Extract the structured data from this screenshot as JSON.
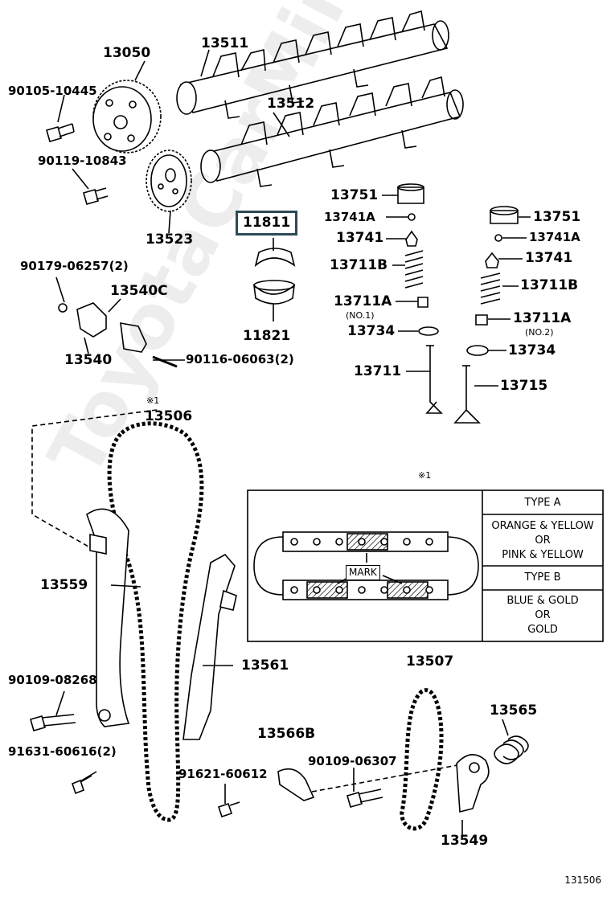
{
  "labels": {
    "p13050": "13050",
    "p13511": "13511",
    "p13512": "13512",
    "p90105": "90105-10445",
    "p90119": "90119-10843",
    "p13523": "13523",
    "p11811": "11811",
    "p11821": "11821",
    "p90179": "90179-06257(2)",
    "p13540C": "13540C",
    "p13540": "13540",
    "p90116": "90116-06063(2)",
    "p13751a": "13751",
    "p13741Aa": "13741A",
    "p13741a": "13741",
    "p13711Ba": "13711B",
    "p13711Aa": "13711A",
    "no1": "(NO.1)",
    "p13734a": "13734",
    "p13711": "13711",
    "p13751b": "13751",
    "p13741Ab": "13741A",
    "p13741b": "13741",
    "p13711Bb": "13711B",
    "p13711Ab": "13711A",
    "no2": "(NO.2)",
    "p13734b": "13734",
    "p13715": "13715",
    "ref1": "※1",
    "p13506": "13506",
    "p13559": "13559",
    "p13561": "13561",
    "p90109a": "90109-08268",
    "p91631": "91631-60616(2)",
    "p91621": "91621-60612",
    "p13566B": "13566B",
    "p90109b": "90109-06307",
    "p13507": "13507",
    "p13565": "13565",
    "p13549": "13549"
  },
  "detail": {
    "ref": "※1",
    "mark": "MARK",
    "type_a": "TYPE A",
    "type_a_colors": [
      "ORANGE & YELLOW",
      "OR",
      "PINK & YELLOW"
    ],
    "type_b": "TYPE B",
    "type_b_colors": [
      "BLUE & GOLD",
      "OR",
      "GOLD"
    ]
  },
  "watermark": "ToyotaCarMine.ru",
  "diagram_code": "131506"
}
